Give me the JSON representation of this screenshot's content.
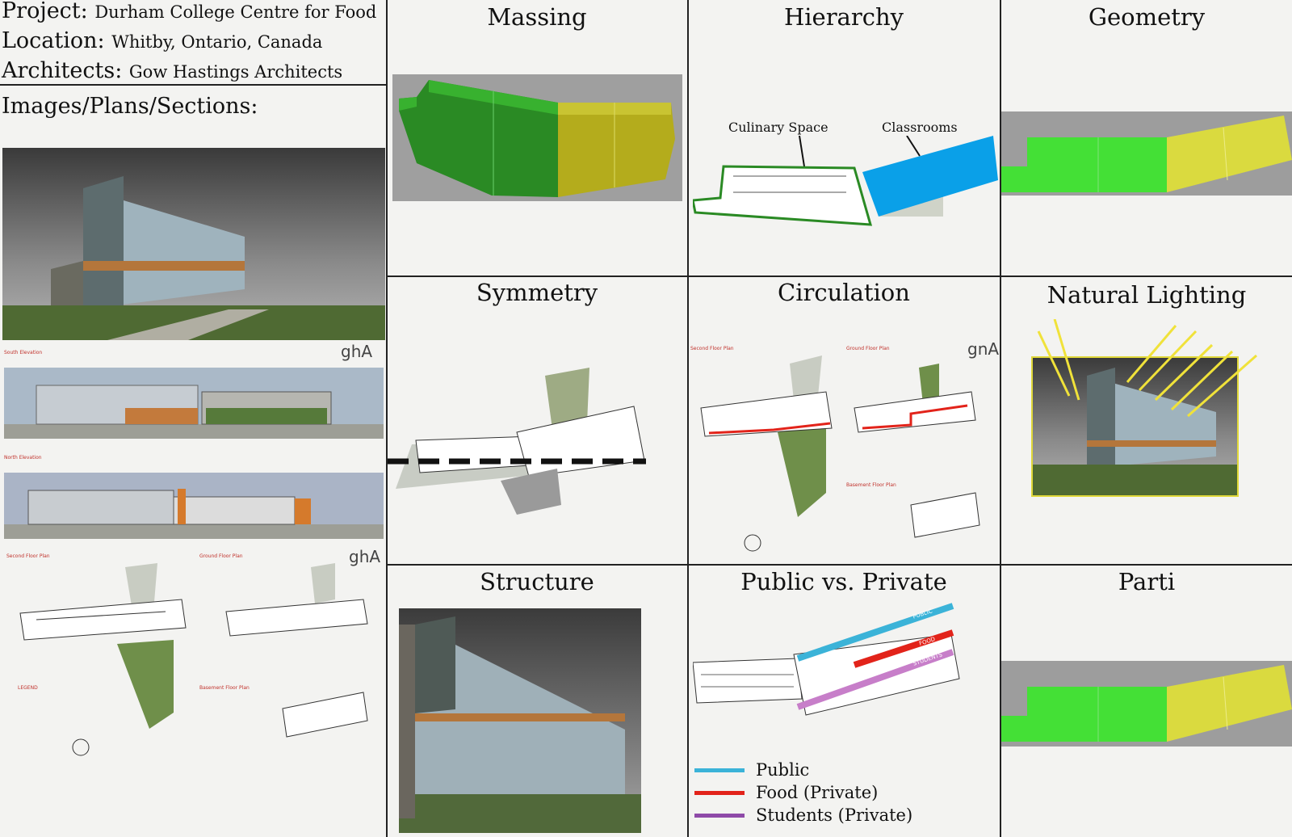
{
  "project": {
    "project_label": "Project:",
    "project_value": "Durham College Centre for Food",
    "location_label": "Location:",
    "location_value": "Whitby, Ontario, Canada",
    "architects_label": "Architects:",
    "architects_value": "Gow Hastings Architects",
    "images_heading": "Images/Plans/Sections:"
  },
  "sheets": {
    "south_elevation": "South Elevation",
    "north_elevation": "North Elevation",
    "second_floor_plan": "Second Floor Plan",
    "ground_floor_plan": "Ground Floor Plan",
    "basement_floor_plan": "Basement Floor Plan",
    "legend": "LEGEND",
    "logo": "ghA",
    "logo2": "gnA"
  },
  "panels": {
    "massing": "Massing",
    "hierarchy": "Hierarchy",
    "geometry": "Geometry",
    "symmetry": "Symmetry",
    "circulation": "Circulation",
    "natural_lighting": "Natural Lighting",
    "structure": "Structure",
    "public_private": "Public vs. Private",
    "parti": "Parti"
  },
  "hierarchy_labels": {
    "culinary": "Culinary Space",
    "classrooms": "Classrooms"
  },
  "zone_tags": {
    "public": "PUBLIC",
    "food": "FOOD",
    "students": "STUDENTS"
  },
  "legend": [
    {
      "label": "Public",
      "color": "#3bb3d8"
    },
    {
      "label": "Food (Private)",
      "color": "#e2231a"
    },
    {
      "label": "Students (Private)",
      "color": "#8e4aa8"
    }
  ],
  "colors": {
    "green": "#33cc33",
    "yellow": "#d4d43a",
    "blue": "#0aa0e8",
    "grey": "#9e9e9e"
  }
}
